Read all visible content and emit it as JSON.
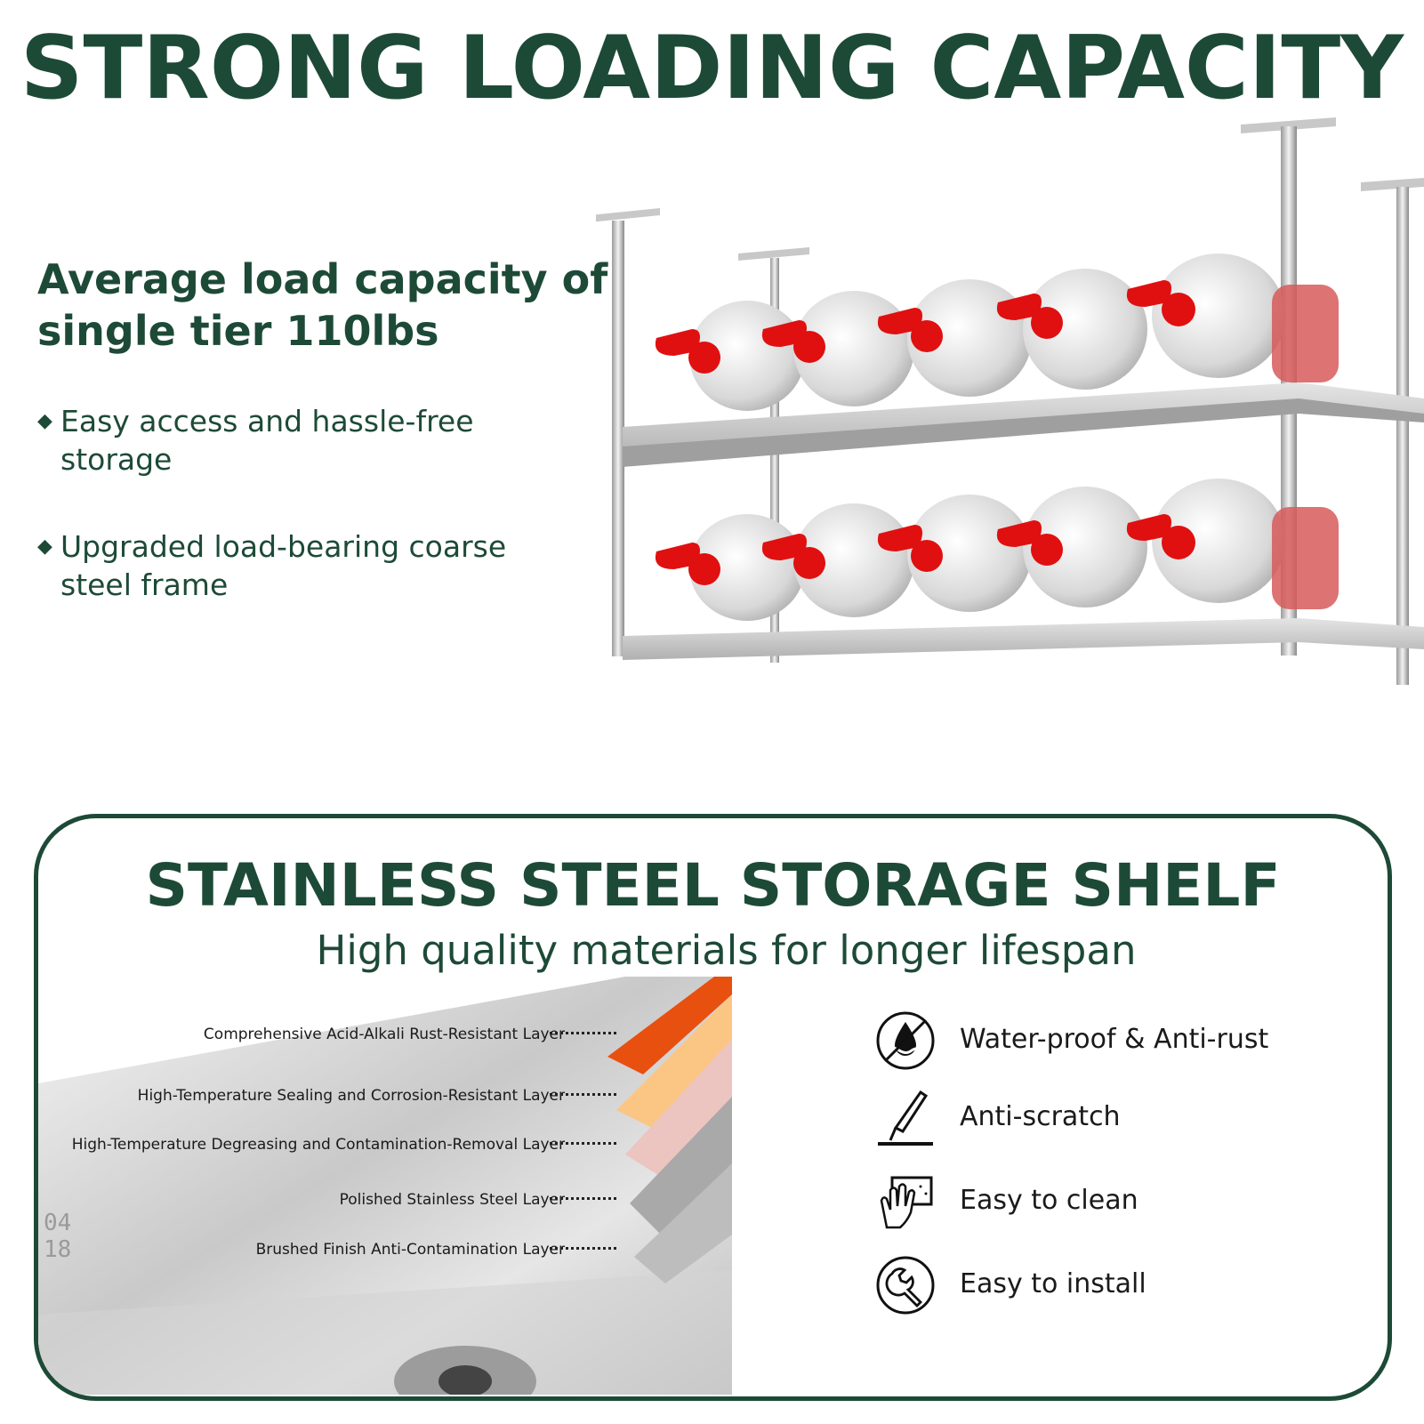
{
  "title": "STRONG LOADING CAPACITY",
  "load_heading_line1": "Average load capacity of",
  "load_heading_line2": "single tier 110lbs",
  "bullets": [
    {
      "line1": "Easy access and hassle-free",
      "line2": "storage"
    },
    {
      "line1": "Upgraded load-bearing coarse",
      "line2": "steel frame"
    }
  ],
  "panel": {
    "title": "STAINLESS STEEL STORAGE SHELF",
    "subtitle": "High quality materials for longer lifespan",
    "layers": [
      "Comprehensive Acid-Alkali Rust-Resistant Layer",
      "High-Temperature Sealing and Corrosion-Resistant Layer",
      "High-Temperature Degreasing and Contamination-Removal Layer",
      "Polished Stainless Steel Layer",
      "Brushed Finish Anti-Contamination Layer"
    ],
    "steel_marking": [
      "04",
      "18"
    ],
    "features": [
      {
        "icon": "water-drop-icon",
        "label": "Water-proof & Anti-rust"
      },
      {
        "icon": "blade-scratch-icon",
        "label": "Anti-scratch"
      },
      {
        "icon": "wipe-hand-icon",
        "label": "Easy to clean"
      },
      {
        "icon": "wrench-icon",
        "label": "Easy to install"
      }
    ]
  },
  "colors": {
    "brand_green": "#1d4a37",
    "cap_red": "#e01010",
    "layer_orange": "#e8500f",
    "layer_peach": "#fbc684",
    "layer_pink": "#ecc4c0",
    "layer_grey": "#a9a9a9"
  }
}
